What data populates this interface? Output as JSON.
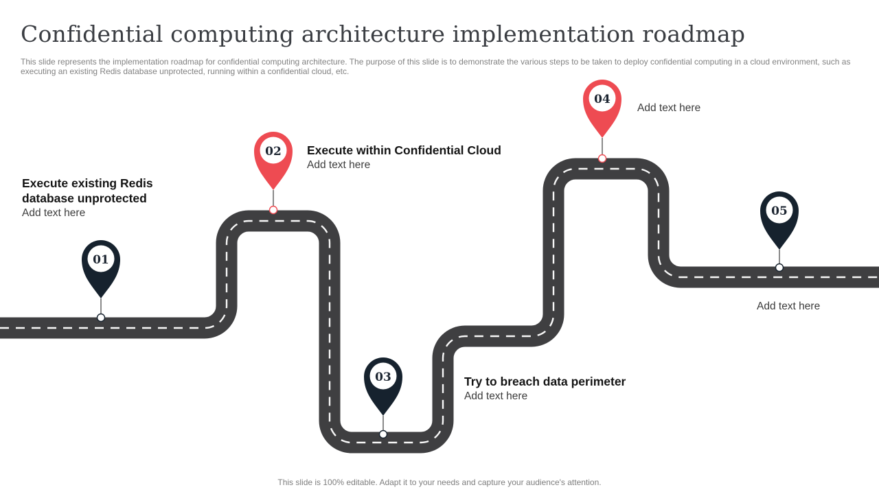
{
  "slide": {
    "title": "Confidential computing architecture implementation roadmap",
    "subtitle": "This slide represents the implementation roadmap for confidential computing architecture. The purpose of this slide is to demonstrate the various steps to be taken to deploy confidential computing in a cloud environment, such as executing an existing Redis database unprotected, running within a confidential cloud, etc.",
    "footer": "This slide is 100% editable. Adapt it to your needs and capture your audience's attention."
  },
  "colors": {
    "road": "#3f3f41",
    "road_dash": "#f7f7f7",
    "pin_navy": "#16222e",
    "pin_red": "#ee4b52",
    "pin_number_text": "#1b2430",
    "connector_line": "#4a4a4a",
    "white": "#ffffff"
  },
  "milestones": [
    {
      "number": "01",
      "title": "Execute existing Redis database unprotected",
      "placeholder": "Add text here",
      "color": "#16222e"
    },
    {
      "number": "02",
      "title": "Execute within Confidential Cloud",
      "placeholder": "Add text here",
      "color": "#ee4b52"
    },
    {
      "number": "03",
      "title": "Try to breach data perimeter",
      "placeholder": "Add text here",
      "color": "#16222e"
    },
    {
      "number": "04",
      "title": "",
      "placeholder": "Add text here",
      "color": "#ee4b52"
    },
    {
      "number": "05",
      "title": "",
      "placeholder": "Add text here",
      "color": "#16222e"
    }
  ]
}
